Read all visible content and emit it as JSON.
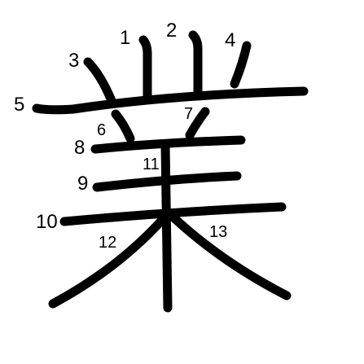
{
  "character": "業",
  "stroke_color": "#000000",
  "background_color": "#ffffff",
  "stroke_numbers": {
    "s1": "1",
    "s2": "2",
    "s3": "3",
    "s4": "4",
    "s5": "5",
    "s6": "6",
    "s7": "7",
    "s8": "8",
    "s9": "9",
    "s10": "10",
    "s11": "11",
    "s12": "12",
    "s13": "13"
  }
}
